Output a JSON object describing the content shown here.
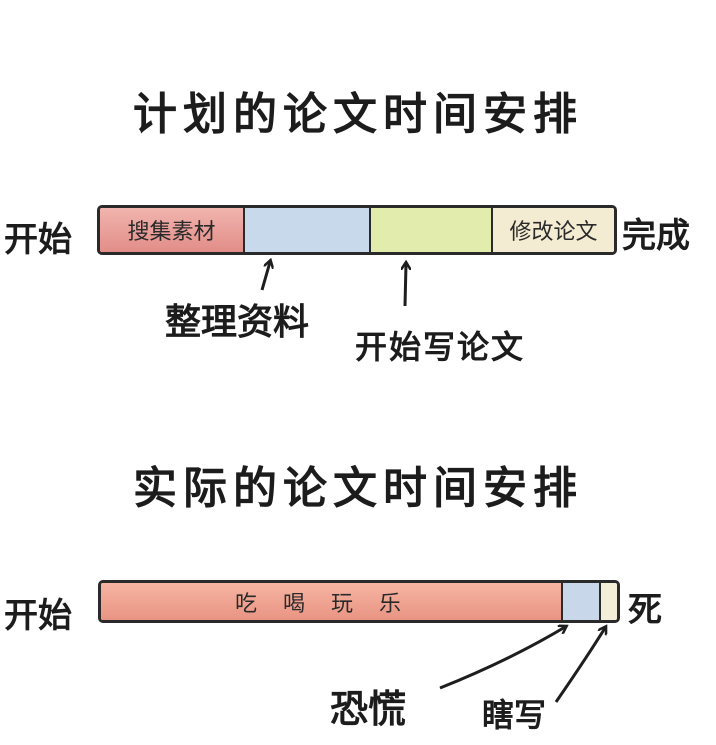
{
  "planned": {
    "title": "计划的论文时间安排",
    "start_label": "开始",
    "end_label": "完成",
    "segments": [
      {
        "label": "搜集素材",
        "color": "#e89a95"
      },
      {
        "label": "",
        "color": "#c9d9ec"
      },
      {
        "label": "",
        "color": "#e2ecad"
      },
      {
        "label": "修改论文",
        "color": "#f4ecd2"
      }
    ],
    "notes": [
      "整理资料",
      "开始写论文"
    ]
  },
  "actual": {
    "title": "实际的论文时间安排",
    "start_label": "开始",
    "end_label": "死",
    "segments": [
      {
        "label": "吃喝玩乐",
        "color": "#ee a08e"
      },
      {
        "label": "",
        "color": "#c8d8ea"
      },
      {
        "label": "",
        "color": "#f3eed8"
      }
    ],
    "notes": [
      "恐慌",
      "瞎写"
    ]
  }
}
